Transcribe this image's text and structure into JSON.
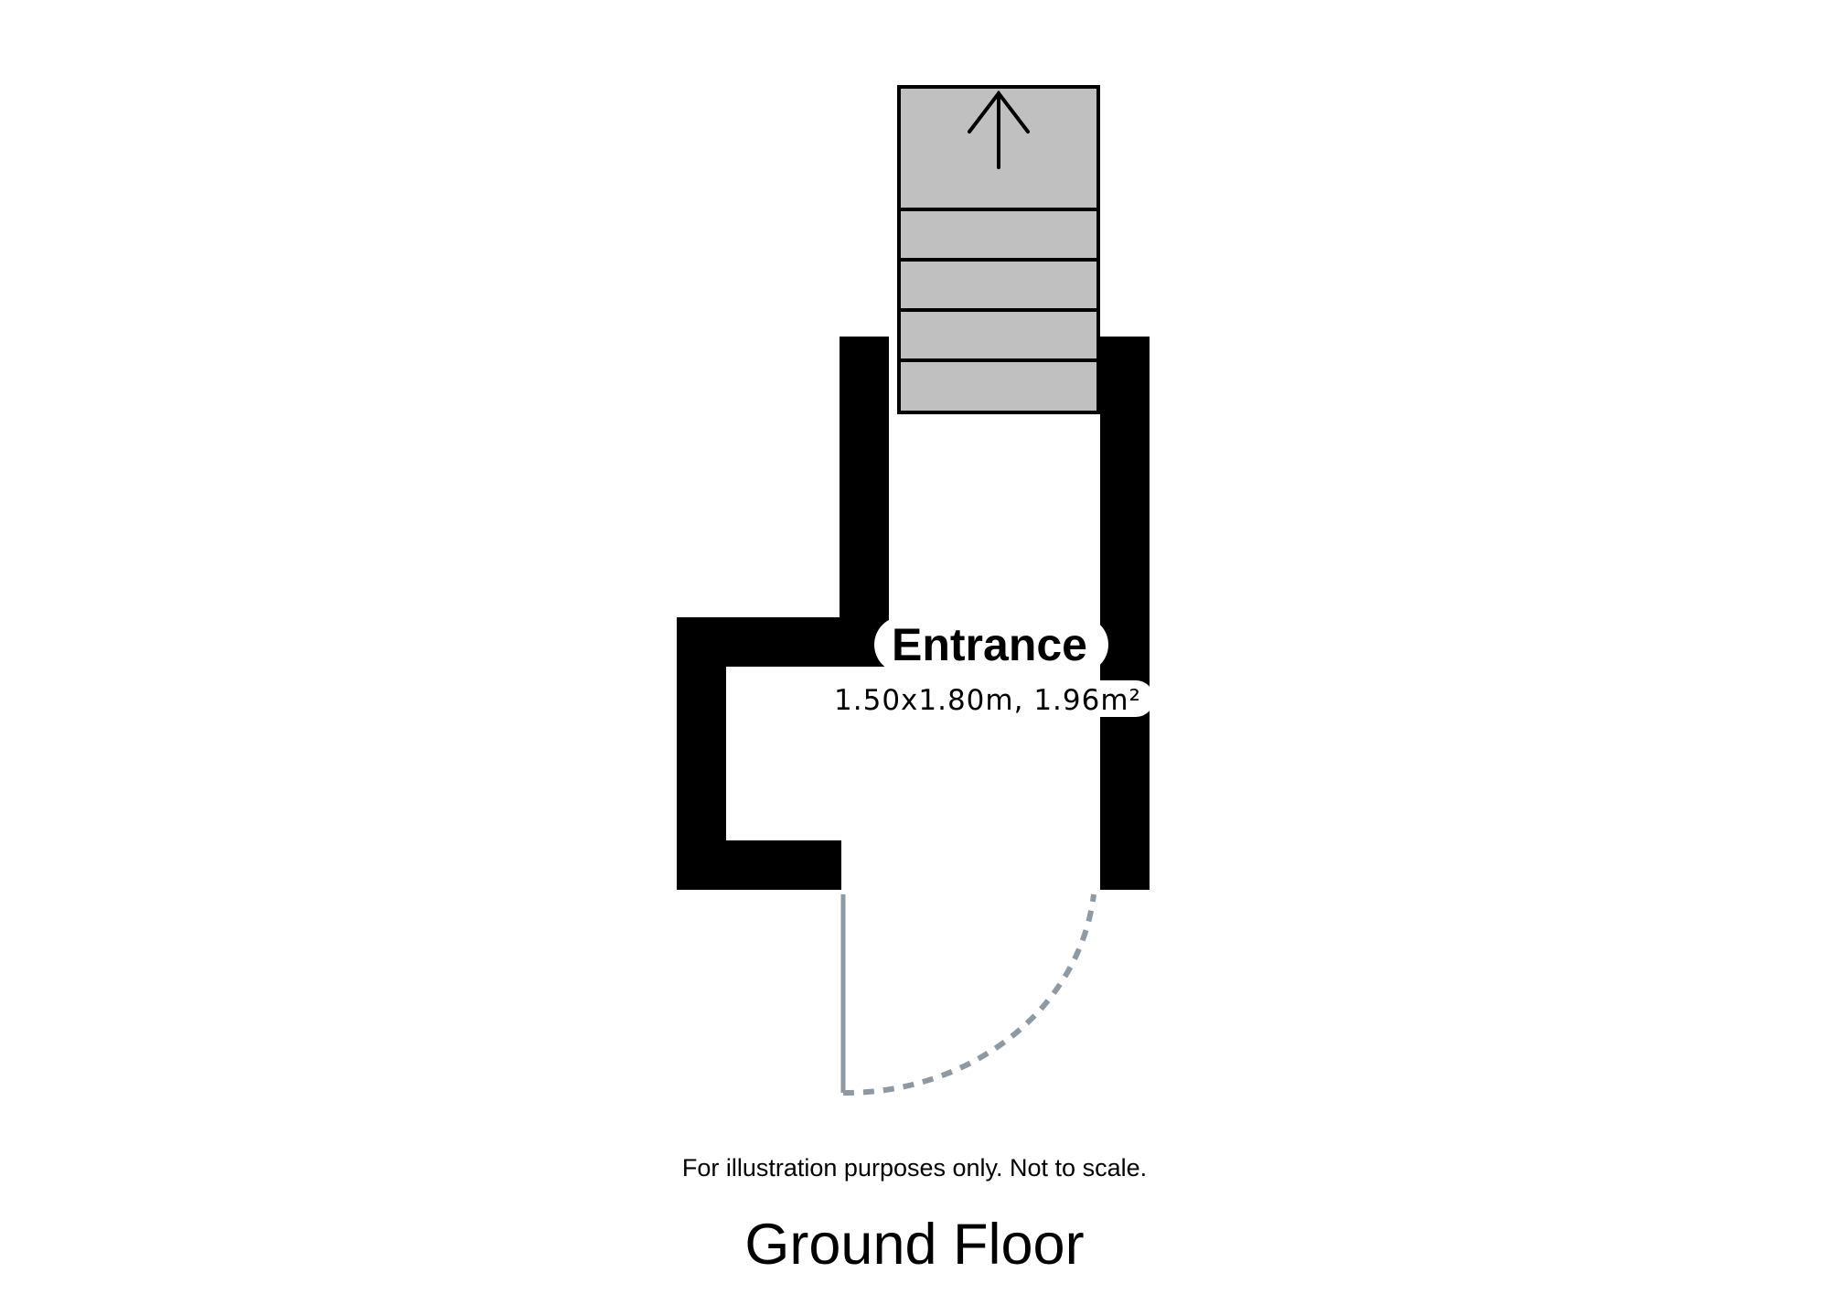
{
  "room": {
    "name": "Entrance",
    "dimensions": "1.50x1.80m, 1.96m²"
  },
  "disclaimer": "For illustration purposes only. Not to scale.",
  "floor_title": "Ground Floor",
  "stairs": {
    "direction": "up",
    "icon": "arrow-up-icon"
  },
  "colors": {
    "wall": "#000000",
    "stairs_fill": "#c0c0c0",
    "door_swing": "#8e9aa3",
    "background": "#ffffff"
  }
}
